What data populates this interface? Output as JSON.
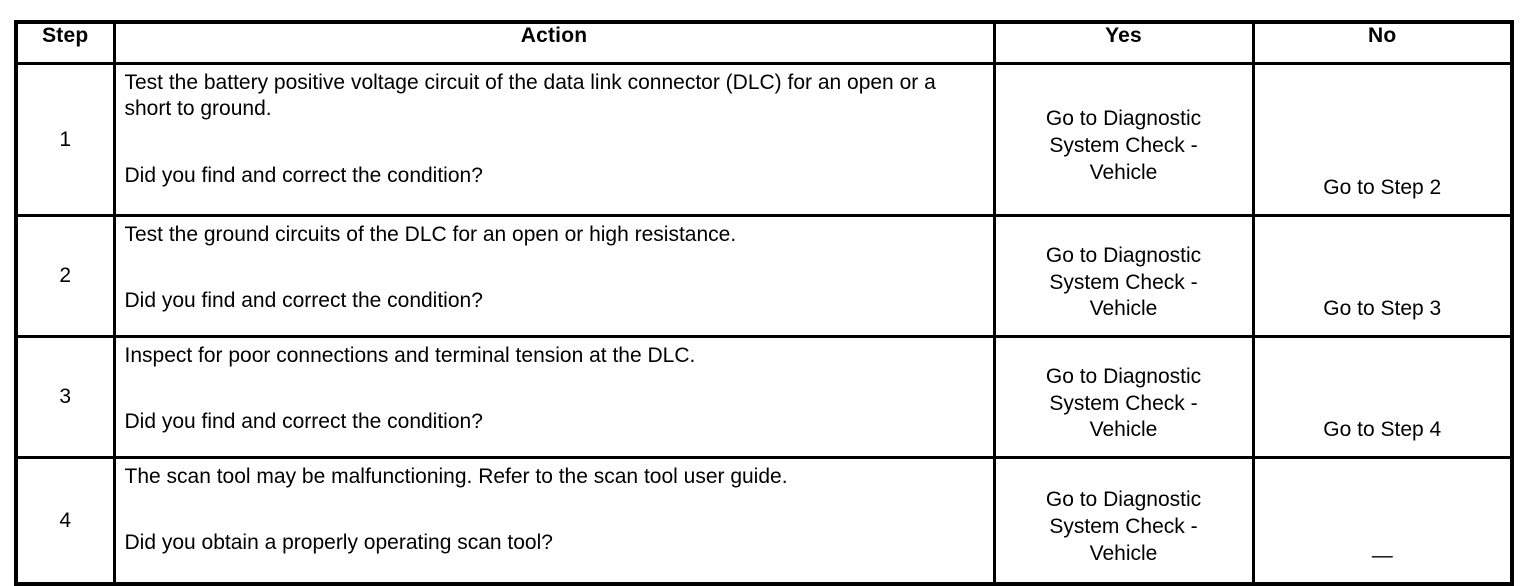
{
  "table": {
    "columns": [
      {
        "key": "step",
        "label": "Step"
      },
      {
        "key": "action",
        "label": "Action"
      },
      {
        "key": "yes",
        "label": "Yes"
      },
      {
        "key": "no",
        "label": "No"
      }
    ],
    "rows": [
      {
        "step": "1",
        "action_primary": "Test the battery positive voltage circuit of the data link connector (DLC) for an open or a short to ground.",
        "action_question": "Did you find and correct the condition?",
        "yes_line1": "Go to Diagnostic",
        "yes_line2": "System Check -",
        "yes_line3": "Vehicle",
        "no": "Go to Step 2"
      },
      {
        "step": "2",
        "action_primary": "Test the ground circuits of the DLC for an open or high resistance.",
        "action_question": "Did you find and correct the condition?",
        "yes_line1": "Go to Diagnostic",
        "yes_line2": "System Check -",
        "yes_line3": "Vehicle",
        "no": "Go to Step 3"
      },
      {
        "step": "3",
        "action_primary": "Inspect for poor connections and terminal tension at the DLC.",
        "action_question": "Did you find and correct the condition?",
        "yes_line1": "Go to Diagnostic",
        "yes_line2": "System Check -",
        "yes_line3": "Vehicle",
        "no": "Go to Step 4"
      },
      {
        "step": "4",
        "action_primary": "The scan tool may be malfunctioning. Refer to the scan tool user guide.",
        "action_question": "Did you obtain a properly operating scan tool?",
        "yes_line1": "Go to Diagnostic",
        "yes_line2": "System Check -",
        "yes_line3": "Vehicle",
        "no": "—"
      }
    ]
  },
  "colors": {
    "border": "#000000",
    "text": "#000000",
    "background": "#ffffff"
  }
}
